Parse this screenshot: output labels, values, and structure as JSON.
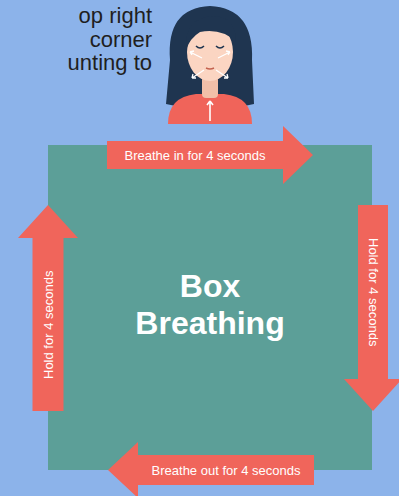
{
  "diagram": {
    "nodes": [
      {
        "text": [
          "Box Breathing"
        ]
      },
      {
        "text": [
          "Breathe in for 4 seconds"
        ]
      },
      {
        "text": [
          "Hold for 4 seconds"
        ]
      },
      {
        "text": [
          "Hold for 4 seconds"
        ]
      },
      {
        "text": [
          "Breathe out for 4 seconds"
        ]
      }
    ],
    "labels": [
      "op right",
      "corner",
      "unting to"
    ]
  }
}
